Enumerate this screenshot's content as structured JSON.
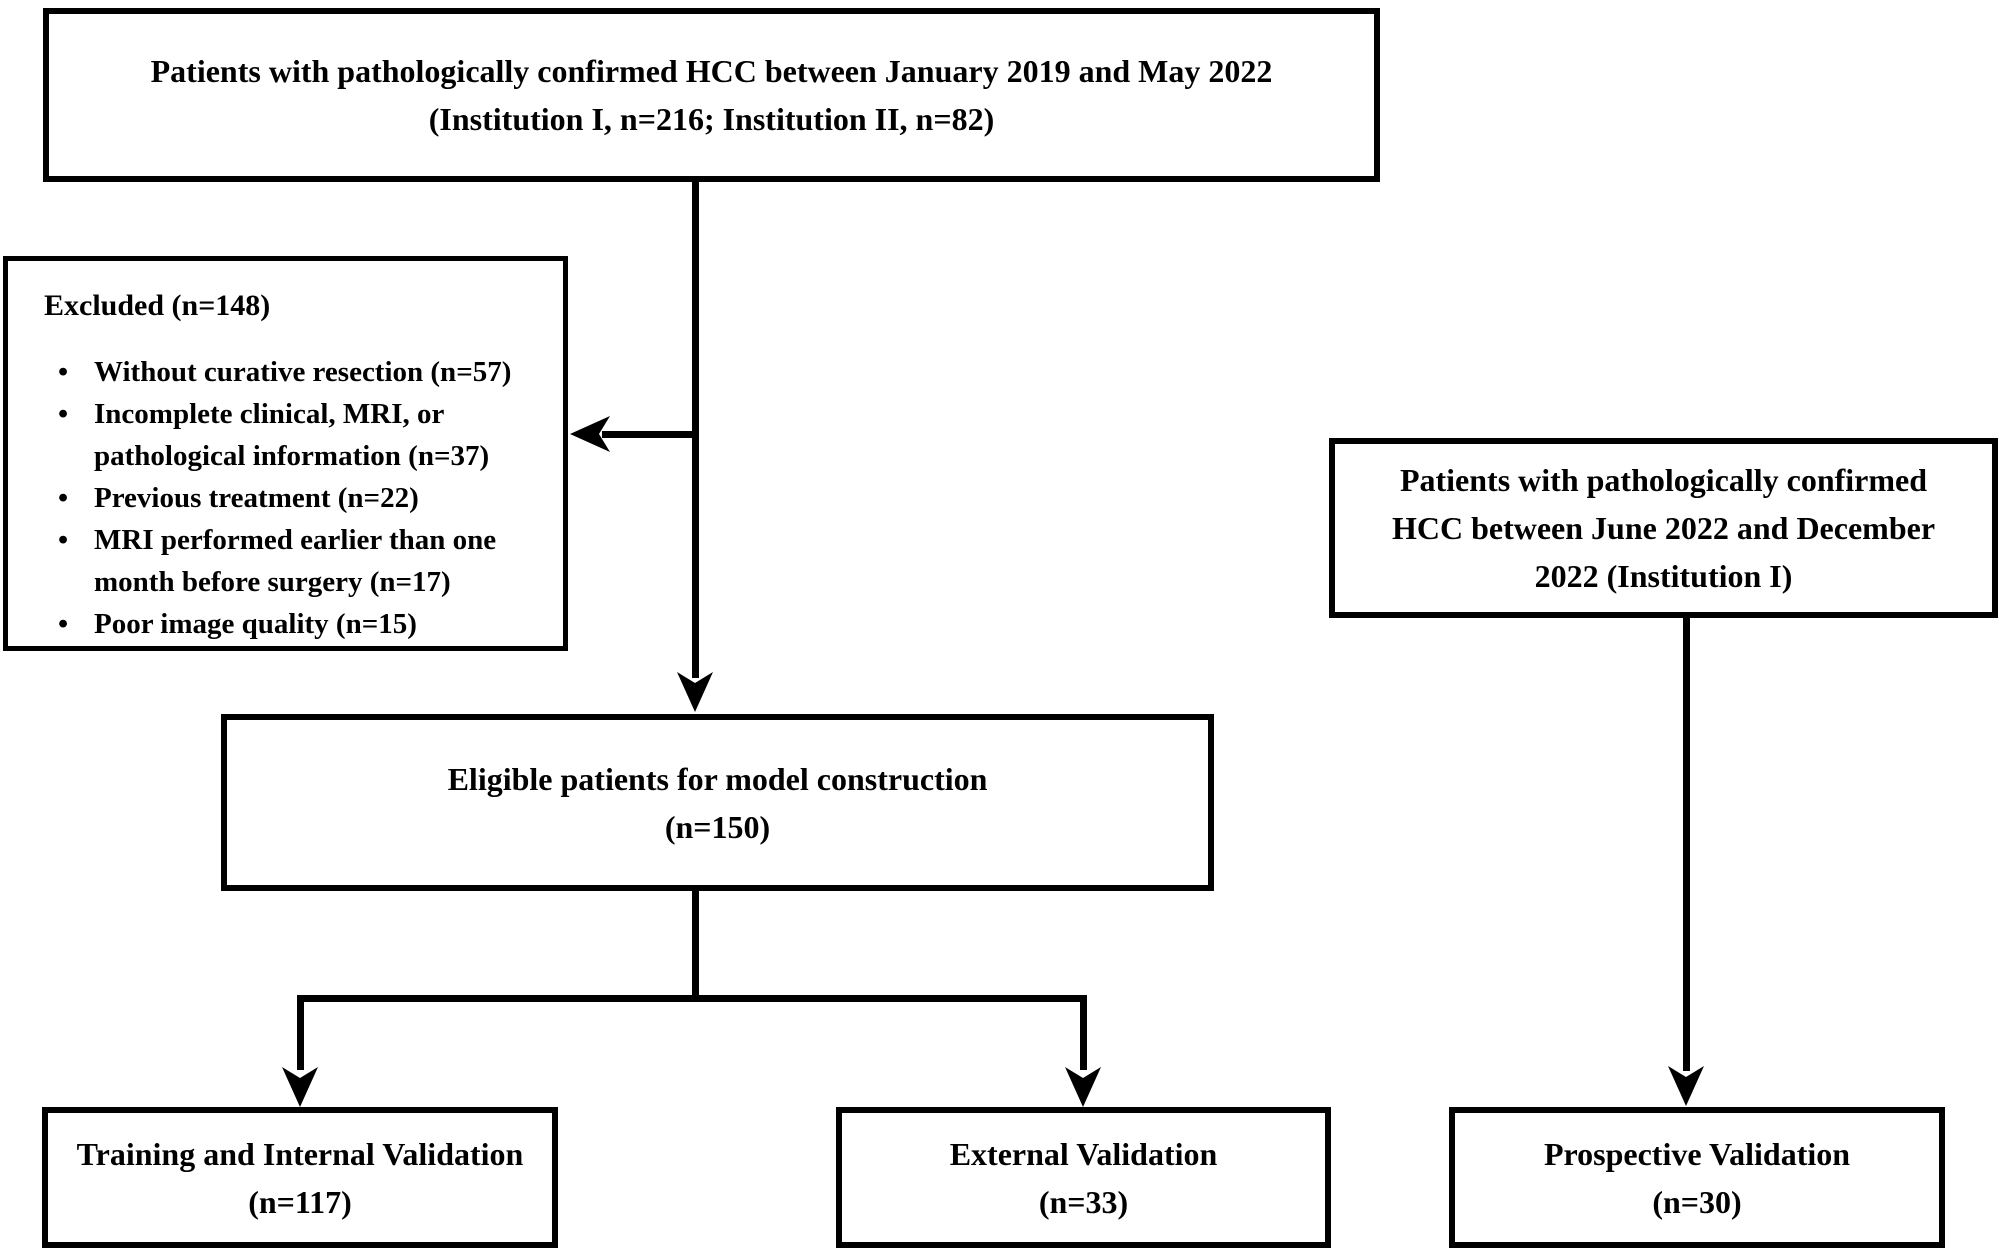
{
  "figure": {
    "kind": "patient-enrollment-flowchart"
  },
  "colors": {
    "ink": "#000000",
    "background": "#ffffff"
  },
  "boxes": {
    "initial": {
      "lines": [
        "Patients with pathologically confirmed HCC between January 2019 and May 2022",
        "(Institution I, n=216; Institution II, n=82)"
      ]
    },
    "excluded": {
      "title": "Excluded (n=148)",
      "items": [
        "Without curative resection (n=57)",
        "Incomplete clinical, MRI, or pathological information (n=37)",
        "Previous treatment (n=22)",
        "MRI performed earlier than one month before surgery (n=17)",
        "Poor image quality (n=15)"
      ]
    },
    "prospective_cohort": {
      "lines": [
        "Patients with pathologically confirmed",
        "HCC between June 2022 and December",
        "2022 (Institution I)"
      ]
    },
    "eligible": {
      "lines": [
        "Eligible patients for model construction",
        "(n=150)"
      ]
    },
    "training": {
      "lines": [
        "Training and Internal Validation",
        "(n=117)"
      ]
    },
    "external": {
      "lines": [
        "External Validation",
        "(n=33)"
      ]
    },
    "prospective": {
      "lines": [
        "Prospective Validation",
        "(n=30)"
      ]
    }
  },
  "edges": [
    {
      "from": "initial",
      "to": "eligible"
    },
    {
      "from": "initial",
      "to": "excluded"
    },
    {
      "from": "eligible",
      "to": "training"
    },
    {
      "from": "eligible",
      "to": "external"
    },
    {
      "from": "prospective_cohort",
      "to": "prospective"
    }
  ]
}
